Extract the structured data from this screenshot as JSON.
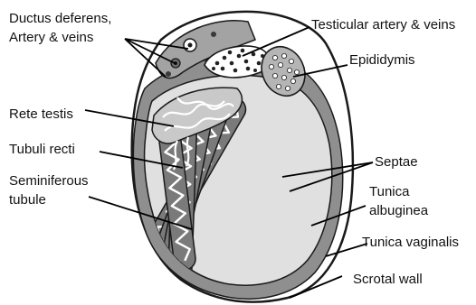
{
  "labels": {
    "ductus_line1": "Ductus deferens,",
    "ductus_line2": "Artery & veins",
    "testicular": "Testicular artery & veins",
    "epididymis": "Epididymis",
    "rete": "Rete testis",
    "tubuli": "Tubuli recti",
    "semi_line1": "Seminiferous",
    "semi_line2": "tubule",
    "septae": "Septae",
    "tunica_alb_line1": "Tunica",
    "tunica_alb_line2": "albuginea",
    "tunica_vag": "Tunica vaginalis",
    "scrotal": "Scrotal wall"
  },
  "colors": {
    "outline": "#1a1a1a",
    "scrotal_wall": "#ffffff",
    "tunica_vaginalis": "#8f8f8f",
    "tunica_albuginea": "#e0e0e0",
    "lobule_fill": "#7a7a7a",
    "tubule_coil": "#ffffff",
    "rete_network": "#c9c9c9",
    "cord": "#a3a3a3",
    "epididymis": "#b5b5b5"
  }
}
